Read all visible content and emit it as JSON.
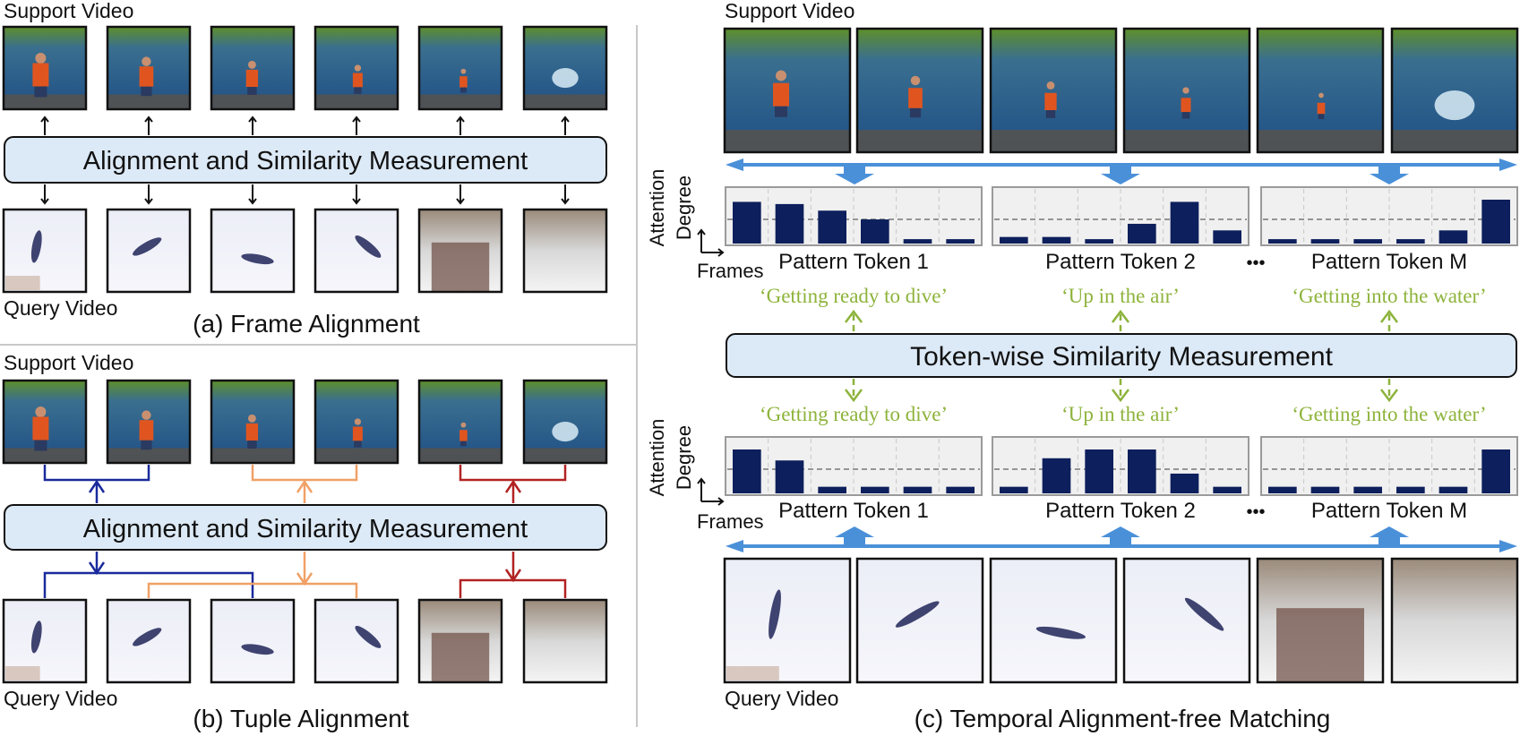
{
  "panel_a": {
    "support_label": "Support Video",
    "query_label": "Query Video",
    "box_label": "Alignment and Similarity Measurement",
    "caption": "(a) Frame Alignment"
  },
  "panel_b": {
    "support_label": "Support Video",
    "query_label": "Query Video",
    "box_label": "Alignment and Similarity Measurement",
    "caption": "(b) Tuple Alignment",
    "tuple_colors": [
      "#1a2a9c",
      "#f0a066",
      "#b22222"
    ]
  },
  "panel_c": {
    "support_label": "Support Video",
    "query_label": "Query Video",
    "box_label": "Token-wise Similarity Measurement",
    "caption": "(c) Temporal Alignment-free Matching",
    "axis_y": [
      "Attention",
      "Degree"
    ],
    "axis_x": "Frames",
    "ellipsis": "•••",
    "tokens": [
      "Pattern Token 1",
      "Pattern Token 2",
      "Pattern Token M"
    ],
    "phases": [
      "‘Getting ready to dive’",
      "‘Up in the air’",
      "‘Getting into the water’"
    ],
    "support_attention": [
      [
        0.95,
        0.9,
        0.75,
        0.55,
        0.1,
        0.1
      ],
      [
        0.15,
        0.15,
        0.1,
        0.45,
        0.95,
        0.3
      ],
      [
        0.1,
        0.1,
        0.1,
        0.1,
        0.3,
        1.0
      ]
    ],
    "query_attention": [
      [
        1.0,
        0.75,
        0.15,
        0.15,
        0.15,
        0.15
      ],
      [
        0.15,
        0.8,
        1.0,
        1.0,
        0.45,
        0.15
      ],
      [
        0.15,
        0.15,
        0.15,
        0.15,
        0.15,
        1.0
      ]
    ],
    "threshold": 0.55
  },
  "colors": {
    "box_fill": "#dce9f6",
    "bar": "#0d1f5c",
    "blue_arrow": "#4a90d9",
    "phase_green": "#8db33b",
    "chart_bg": "#f0f0f0"
  }
}
